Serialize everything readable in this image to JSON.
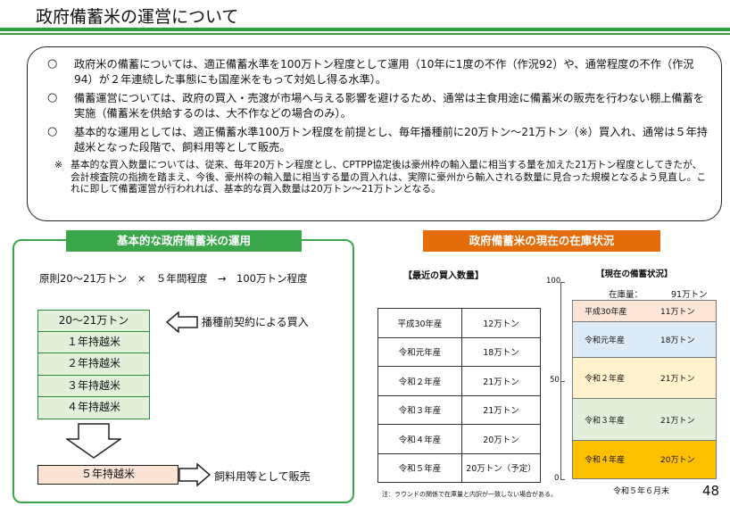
{
  "title": "政府備蓄米の運営について",
  "summary": {
    "bullets": [
      "政府米の備蓄については、適正備蓄水準を100万トン程度として運用（10年に1度の不作（作況92）や、通常程度の不作（作況94）が２年連続した事態にも国産米をもって対処し得る水準）。",
      "備蓄運営については、政府の買入・売渡が市場へ与える影響を避けるため、通常は主食用途に備蓄米の販売を行わない棚上備蓄を実施（備蓄米を供給するのは、大不作などの場合のみ）。",
      "基本的な運用としては、適正備蓄水準100万トン程度を前提とし、毎年播種前に20万トン～21万トン（※）買入れ、通常は５年持越米となった段階で、飼料用等として販売。"
    ],
    "bullet_mark": "○",
    "note_mark": "※",
    "note": "基本的な買入数量については、従来、毎年20万トン程度とし、CPTPP協定後は豪州枠の輸入量に相当する量を加えた21万トン程度としてきたが、会計検査院の指摘を踏まえ、今後、豪州枠の輸入量に相当する量の買入れは、実際に豪州から輸入される数量に見合った規模となるよう見直し。これに即して備蓄運営が行われれば、基本的な買入数量は20万トン～21万トンとなる。"
  },
  "operation": {
    "header": "基本的な政府備蓄米の運用",
    "principle": "原則20～21万トン　×　５年間程度　→　100万トン程度",
    "stack": [
      "20～21万トン",
      "１年持越米",
      "２年持越米",
      "３年持越米",
      "４年持越米"
    ],
    "purchase_arrow_label": "播種前契約による買入",
    "final": "５年持越米",
    "sale_arrow_label": "飼料用等として販売"
  },
  "inventory": {
    "header": "政府備蓄米の現在の在庫状況",
    "purchase_caption": "【最近の買入数量】",
    "purchase_rows": [
      {
        "year": "平成30年産",
        "amount": "12万トン"
      },
      {
        "year": "令和元年産",
        "amount": "18万トン"
      },
      {
        "year": "令和２年産",
        "amount": "21万トン"
      },
      {
        "year": "令和３年産",
        "amount": "21万トン"
      },
      {
        "year": "令和４年産",
        "amount": "20万トン"
      },
      {
        "year": "令和５年産",
        "amount": "20万トン（予定）"
      }
    ],
    "footnote": "注：ラウンドの関係で在庫量と内訳が一致しない場合がある。",
    "stock_caption": "【現在の備蓄状況】",
    "stock_total_label": "在庫量：",
    "stock_total_value": "91万トン",
    "date": "令和５年６月末"
  },
  "chart_data": {
    "type": "bar",
    "stacked": true,
    "title": "【現在の備蓄状況】",
    "ylim": [
      0,
      100
    ],
    "yticks": [
      0,
      50,
      100
    ],
    "total_label": "在庫量：",
    "total_value": "91万トン",
    "category": "令和５年６月末",
    "series": [
      {
        "name": "令和４年産",
        "value": 20,
        "label": "20万トン",
        "color": "#ffc000"
      },
      {
        "name": "令和３年産",
        "value": 21,
        "label": "21万トン",
        "color": "#e2efda"
      },
      {
        "name": "令和２年産",
        "value": 21,
        "label": "21万トン",
        "color": "#fff2cc"
      },
      {
        "name": "令和元年産",
        "value": 18,
        "label": "18万トン",
        "color": "#ddebf7"
      },
      {
        "name": "平成30年産",
        "value": 11,
        "label": "11万トン",
        "color": "#fce4d6"
      }
    ]
  },
  "page_number": "48"
}
